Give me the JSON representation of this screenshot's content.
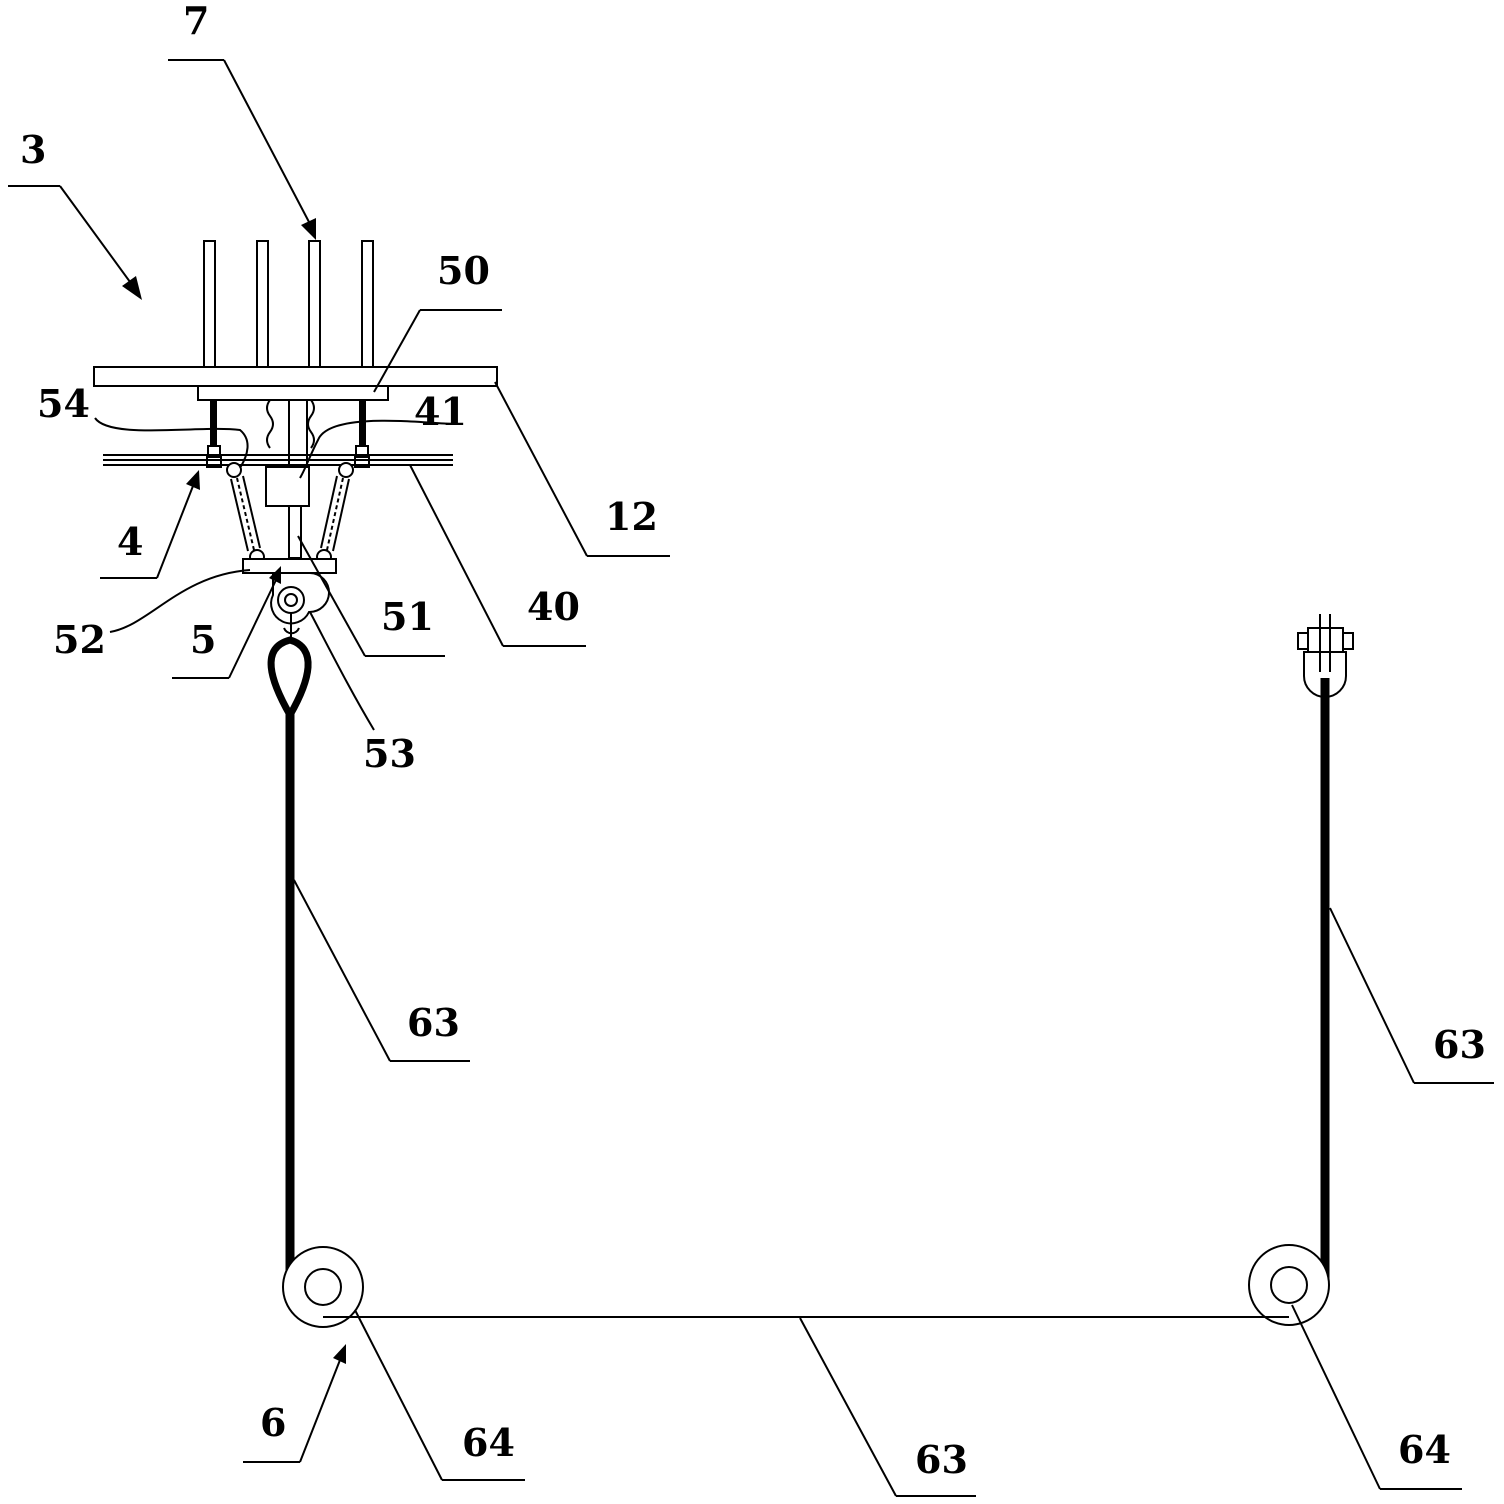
{
  "labels": {
    "l3": "3",
    "l7": "7",
    "l50": "50",
    "l54": "54",
    "l41": "41",
    "l12": "12",
    "l4": "4",
    "l40": "40",
    "l52": "52",
    "l5": "5",
    "l51": "51",
    "l53": "53",
    "l63a": "63",
    "l63b": "63",
    "l63c": "63",
    "l6": "6",
    "l64a": "64",
    "l64b": "64"
  }
}
